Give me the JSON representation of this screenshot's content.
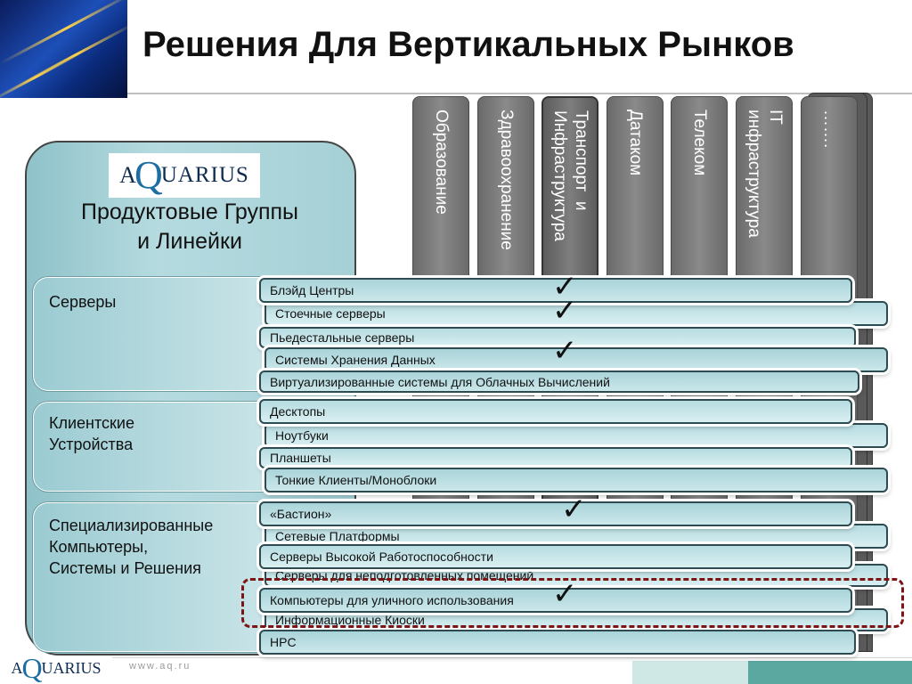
{
  "title": "Решения Для Вертикальных Рынков",
  "columns": [
    {
      "label": "Образование"
    },
    {
      "label": "Здравоохранение"
    },
    {
      "label": "Транспорт  и\nИнфраструктура"
    },
    {
      "label": "Датаком"
    },
    {
      "label": "Телеком"
    },
    {
      "label": "IT\nинфраструктура"
    },
    {
      "label": "……."
    }
  ],
  "panel": {
    "logo_a": "A",
    "logo_q": "Q",
    "logo_rest": "UARIUS",
    "heading_line1": "Продуктовые Группы",
    "heading_line2": "и Линейки",
    "groups": [
      {
        "label_line1": "Серверы",
        "label_line2": "",
        "label_line3": ""
      },
      {
        "label_line1": "Клиентские",
        "label_line2": "Устройства",
        "label_line3": ""
      },
      {
        "label_line1": "Специализированные",
        "label_line2": "Компьютеры,",
        "label_line3": "Системы и Решения"
      }
    ]
  },
  "products": [
    {
      "label": "Блэйд Центры"
    },
    {
      "label": "Стоечные серверы"
    },
    {
      "label": "Пьедестальные серверы"
    },
    {
      "label": "Системы Хранения Данных"
    },
    {
      "label": "Виртуализированные системы для Облачных Вычислений"
    },
    {
      "label": "Десктопы"
    },
    {
      "label": "Ноутбуки"
    },
    {
      "label": "Планшеты"
    },
    {
      "label": "Тонкие Клиенты/Моноблоки"
    },
    {
      "label": "«Бастион»"
    },
    {
      "label": "Сетевые Платформы"
    },
    {
      "label": "Серверы Высокой Работоспособности"
    },
    {
      "label": "Серверы для неподготовленных помещений"
    },
    {
      "label": "Компьютеры для уличного использования"
    },
    {
      "label": "Информационные Киоски"
    },
    {
      "label": "HPC"
    }
  ],
  "checkmark": "✓",
  "footer": {
    "logo_a": "A",
    "logo_q": "Q",
    "logo_rest": "UARIUS",
    "url": "www.aq.ru"
  },
  "colors": {
    "panel": "#b5dbe0",
    "column": "#7a7a7a",
    "highlight_border": "#7d1414",
    "footer_accent": "#5aa8a0"
  }
}
